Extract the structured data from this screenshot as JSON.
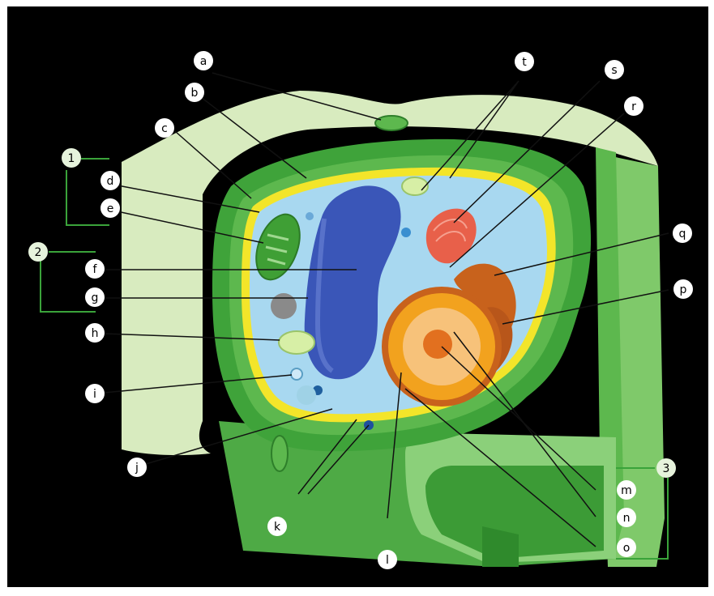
{
  "diagram": {
    "colors": {
      "background": "#000000",
      "frame": "#ffffff",
      "wall_light": "#d8ebbf",
      "wall_mid": "#8fcc78",
      "wall_dark": "#3fa33a",
      "cytoplasm": "#a8d8f0",
      "vacuole": "#3a56b8",
      "membrane": "#f3e52a",
      "nucleus": "#f2a21e",
      "er": "#c8621c",
      "golgi": "#e8604a",
      "chloroplast": "#3f9f35",
      "label_fill": "#ffffff",
      "bracket": "#3aa33a"
    },
    "labels": {
      "a": "a",
      "b": "b",
      "c": "c",
      "d": "d",
      "e": "e",
      "f": "f",
      "g": "g",
      "h": "h",
      "i": "i",
      "j": "j",
      "k": "k",
      "l": "l",
      "m": "m",
      "n": "n",
      "o": "o",
      "p": "p",
      "q": "q",
      "r": "r",
      "s": "s",
      "t": "t",
      "group1": "1",
      "group2": "2",
      "group3": "3"
    }
  }
}
